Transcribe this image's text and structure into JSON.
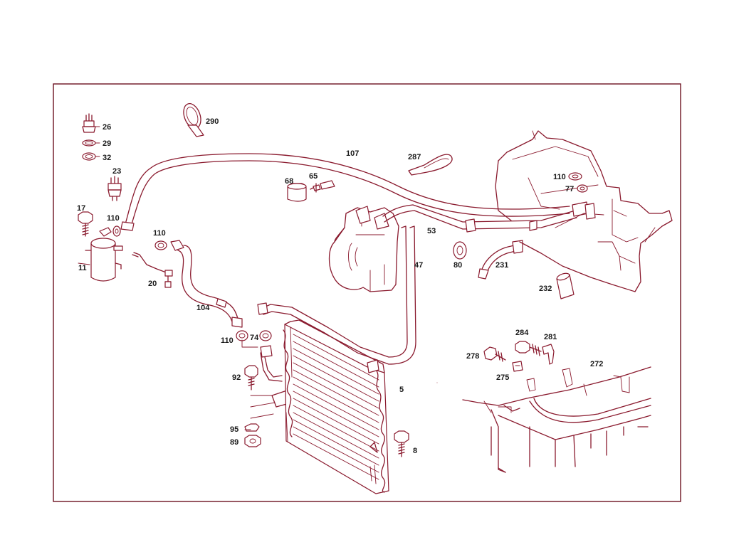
{
  "diagram": {
    "part_labels": {
      "p26": "26",
      "p29": "29",
      "p32": "32",
      "p23": "23",
      "p17": "17",
      "p110a": "110",
      "p11": "11",
      "p110b": "110",
      "p20": "20",
      "p104": "104",
      "p290": "290",
      "p107": "107",
      "p287": "287",
      "p68": "68",
      "p65": "65",
      "p110c": "110",
      "p77": "77",
      "p53": "53",
      "p47": "47",
      "p80": "80",
      "p231": "231",
      "p232": "232",
      "p110d": "110",
      "p74": "74",
      "p92": "92",
      "p95": "95",
      "p89": "89",
      "p5": "5",
      "p8": "8",
      "p284": "284",
      "p281": "281",
      "p278": "278",
      "p275": "275",
      "p272": "272"
    }
  },
  "colors": {
    "line": "#8a1a2e",
    "frame": "#6b1020",
    "label": "#1a1a1a",
    "background": "#ffffff"
  }
}
